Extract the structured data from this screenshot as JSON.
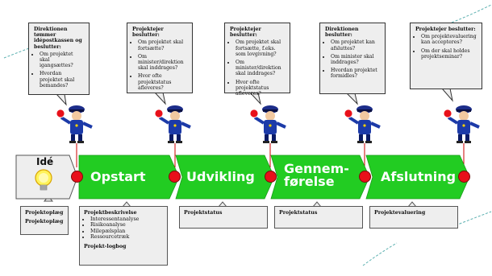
{
  "bubbles": [
    {
      "title": "Direktionen tømmer idépostkassen og beslutter:",
      "items": [
        "Om projektet skal igangsættes?",
        "Hvordan projektet skal bemandes?"
      ]
    },
    {
      "title": "Projektejer beslutter:",
      "items": [
        "Om projektet skal fortsætte?",
        "Om minister/direktion skal inddrages?",
        "Hvor ofte projektstatus afleveres?"
      ]
    },
    {
      "title": "Projektejer beslutter:",
      "items": [
        "Om projektet skal fortsætte, f.eks. som lovgivning?",
        "Om minister/direktion skal inddrages?",
        "Hvor ofte projektstatus afleveres?"
      ]
    },
    {
      "title": "Direktionen beslutter:",
      "items": [
        "Om projektet kan afsluttes?",
        "Om minister skal inddrages?",
        "Hvordan projektet formidles?"
      ]
    },
    {
      "title": "Projektejer beslutter:",
      "items": [
        "Om projektevaluering kan accepteres?",
        "Om der skal holdes projektseminar?"
      ]
    }
  ],
  "idea": {
    "label": "Idé"
  },
  "stages": [
    {
      "line1": "Opstart",
      "line2": ""
    },
    {
      "line1": "Udvikling",
      "line2": ""
    },
    {
      "line1": "Gennem-",
      "line2": "førelse"
    },
    {
      "line1": "Afslutning",
      "line2": ""
    }
  ],
  "docs": {
    "idea": {
      "line1": "Projektoplæg",
      "line2": "Projektoplæg"
    },
    "opstart": {
      "title": "Projektbeskrivelse",
      "items": [
        "Interessentanalyse",
        "Risikoanalyse",
        "Milepælsplan",
        "Ressourcetræk"
      ],
      "footer": "Projekt-logbog"
    },
    "udvikling": {
      "line1": "Projektstatus"
    },
    "gennemforelse": {
      "line1": "Projektstatus"
    },
    "afslutning": {
      "line1": "Projektevaluering"
    }
  },
  "colors": {
    "stage_green": "#22cc22",
    "milestone_red": "#e8101a",
    "bubble_bg": "#eeeeee",
    "dashed_line": "#5bb0b0"
  },
  "icons": {
    "idea": "lightbulb-icon",
    "gatekeeper": "police-officer-stop-sign-icon"
  }
}
